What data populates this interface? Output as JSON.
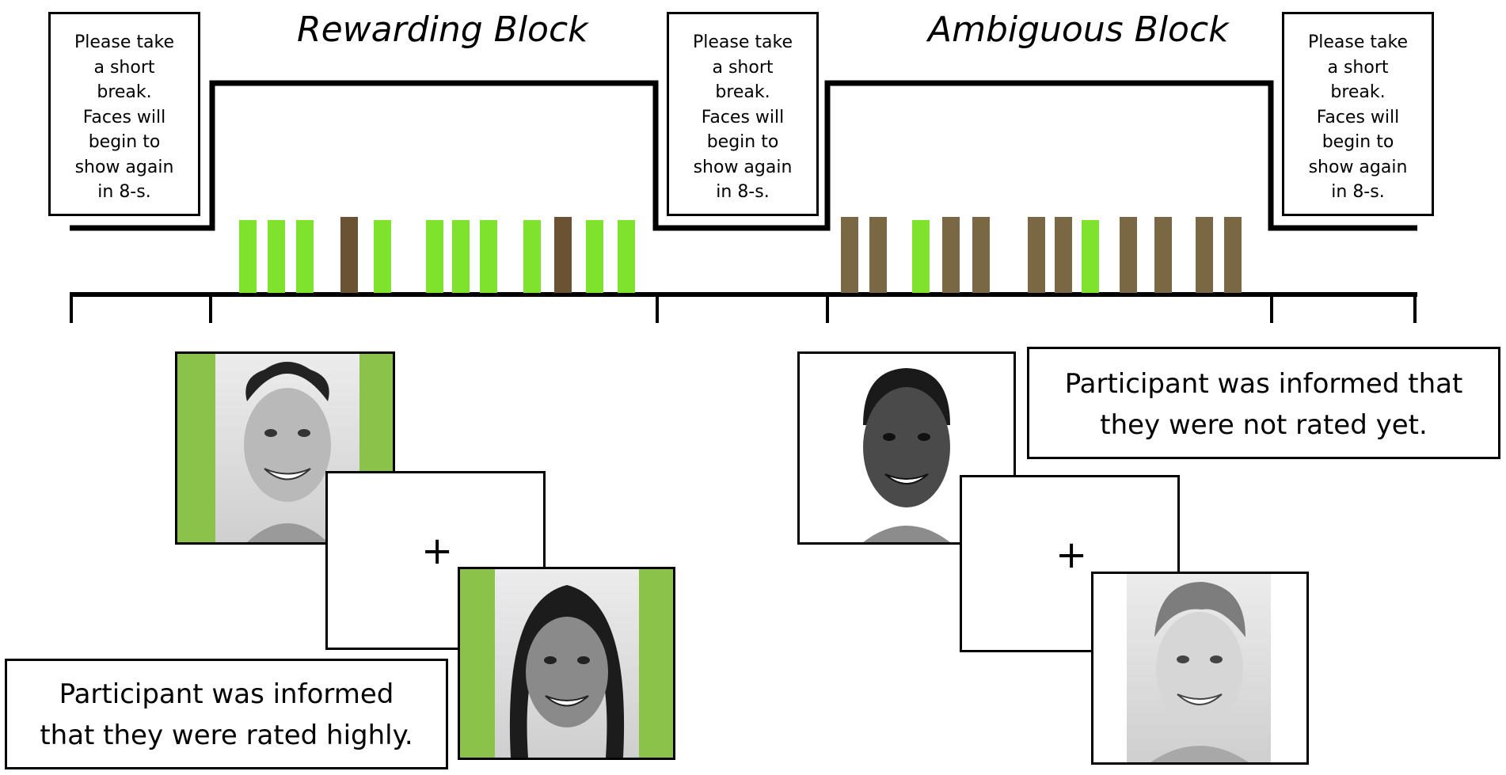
{
  "blocks": {
    "rewarding_title": "Rewarding Block",
    "ambiguous_title": "Ambiguous Block"
  },
  "break_message": "Please take\na short\nbreak.\nFaces will\nbegin to\nshow again\nin 8-s.",
  "breaks": [
    {
      "text": "Please take\na short\nbreak.\nFaces will\nbegin to\nshow again\nin 8-s."
    },
    {
      "text": "Please take\na short\nbreak.\nFaces will\nbegin to\nshow again\nin 8-s."
    },
    {
      "text": "Please take\na short\nbreak.\nFaces will\nbegin to\nshow again\nin 8-s."
    }
  ],
  "trials": {
    "rewarding": [
      "positive",
      "positive",
      "positive",
      "neutral",
      "positive",
      "positive",
      "positive",
      "positive",
      "positive",
      "neutral",
      "positive",
      "positive"
    ],
    "ambiguous": [
      "neutral",
      "neutral",
      "positive",
      "neutral",
      "neutral",
      "neutral",
      "neutral",
      "positive",
      "neutral",
      "neutral",
      "neutral",
      "neutral"
    ]
  },
  "colors": {
    "positive": "#7fe32e",
    "neutral_rewarding": "#6b5233",
    "neutral_ambiguous": "#7a6845",
    "frame_green": "#8bc34a",
    "line": "#000000"
  },
  "fixation_symbol": "+",
  "captions": {
    "rewarding": "Participant was informed\nthat they were rated highly.",
    "ambiguous": "Participant was informed that\nthey were not rated yet."
  }
}
